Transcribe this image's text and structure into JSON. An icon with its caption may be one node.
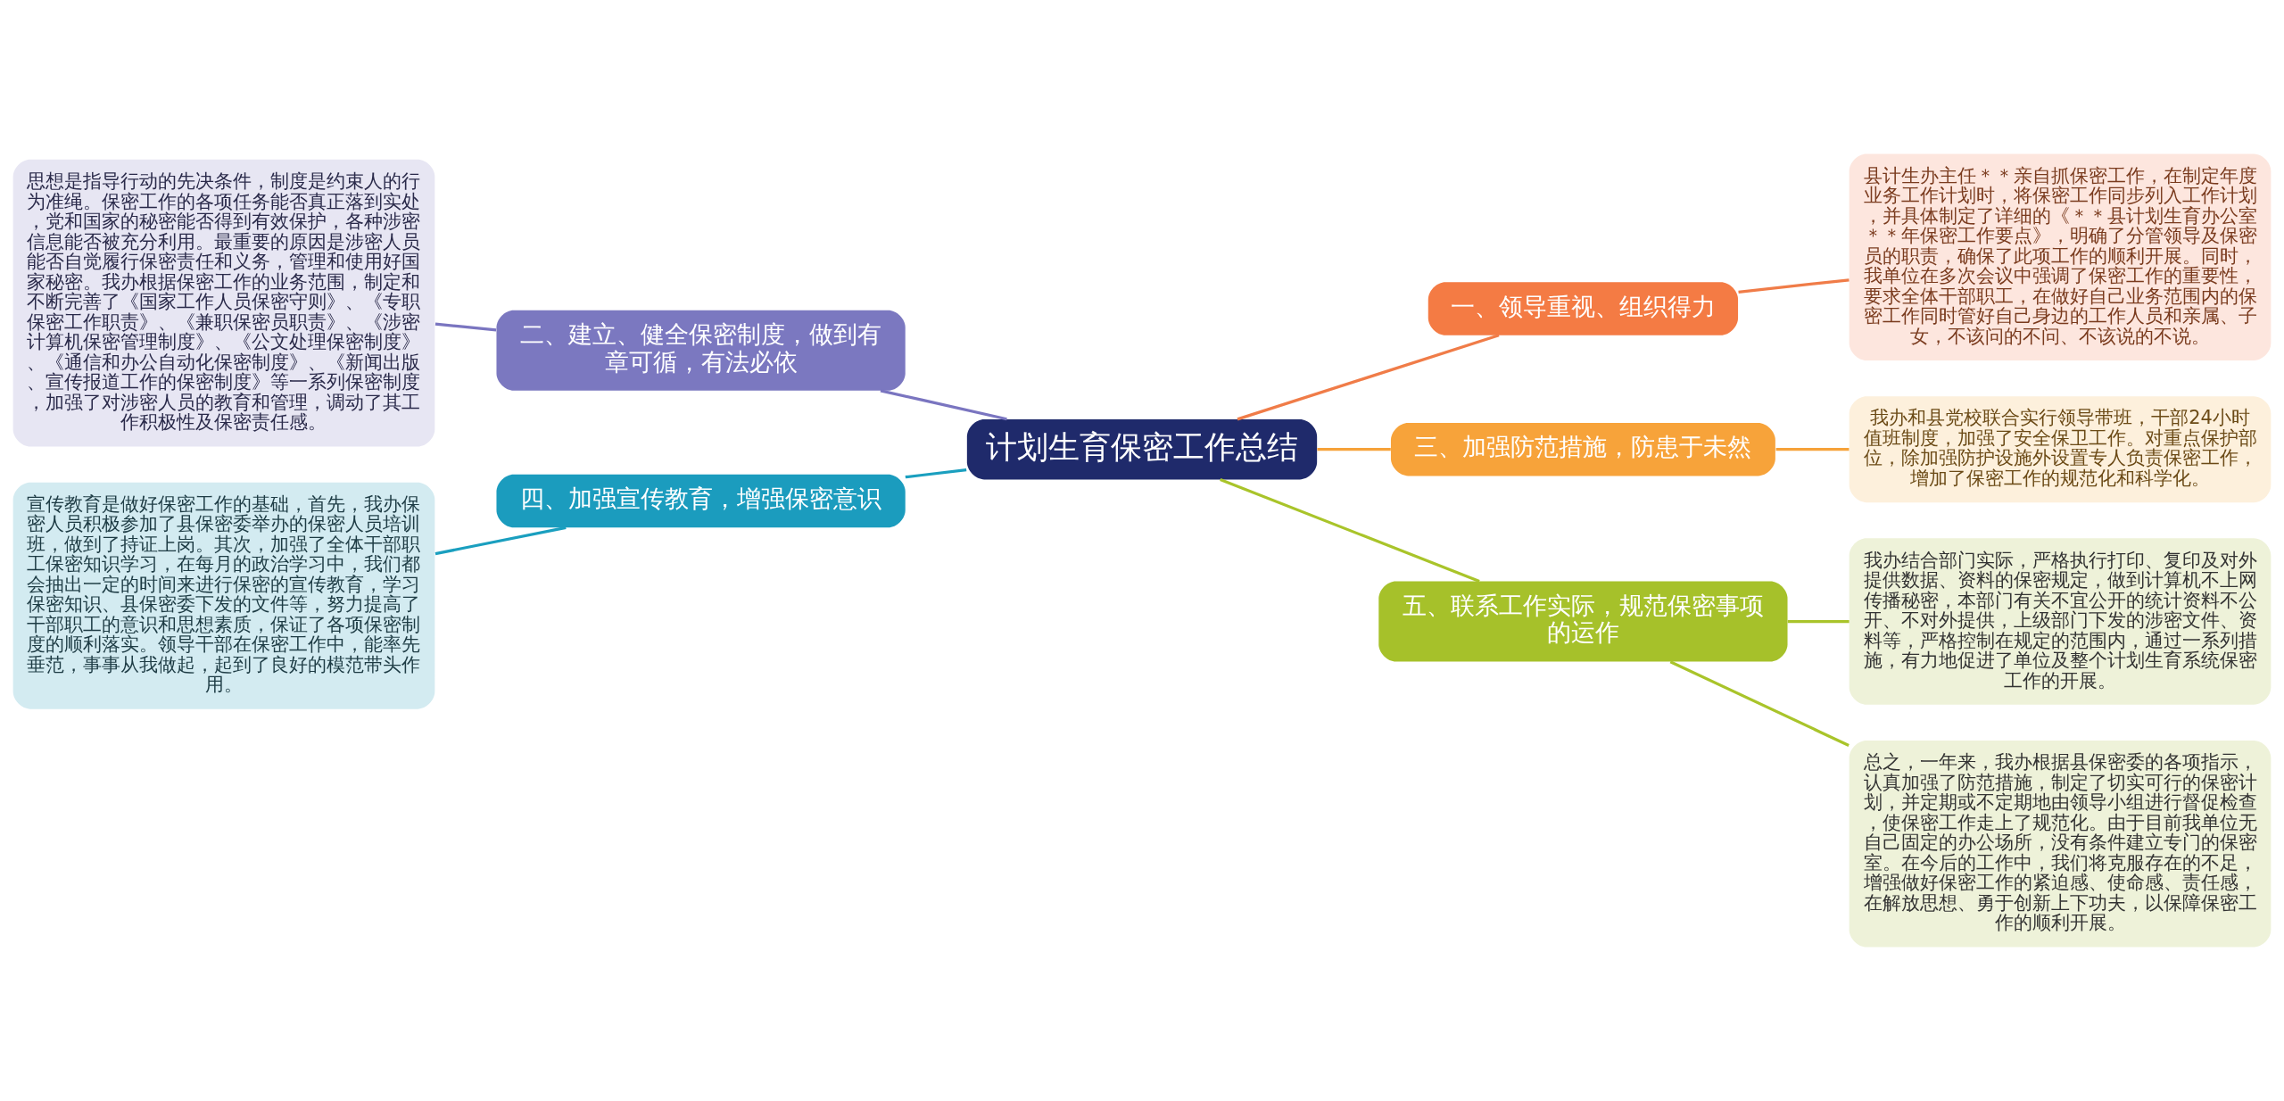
{
  "diagram": {
    "nodes": [
      {
        "text": [
          "计划生育保密工作总结"
        ]
      },
      {
        "text": [
          "一、领导重视、组织得力"
        ]
      },
      {
        "text": [
          "县计生办主任＊＊亲自抓保密工作，在制定年度业务工作计划时，将保密工作同步列入工作计划，并具体制定了详细的《＊＊县计划生育办公室＊＊年保密工作要点》，明确了分管领导及保密员的职责，确保了此项工作的顺利开展。同时，我单位在多次会议中强调了保密工作的重要性，要求全体干部职工，在做好自己业务范围内的保密工作同时管好自己身边的工作人员和亲属、子女，不该问的不问、不该说的不说。"
        ]
      },
      {
        "text": [
          "三、加强防范措施，防患于未然"
        ]
      },
      {
        "text": [
          "我办和县党校联合实行领导带班，干部24小时值班制度，加强了安全保卫工作。对重点保护部位，除加强防护设施外设置专人负责保密工作，增加了保密工作的规范化和科学化。"
        ]
      },
      {
        "text": [
          "五、联系工作实际，规范保密事项的运作"
        ]
      },
      {
        "text": [
          "我办结合部门实际，严格执行打印、复印及对外提供数据、资料的保密规定，做到计算机不上网传播秘密，本部门有关不宜公开的统计资料不公开、不对外提供，上级部门下发的涉密文件、资料等，严格控制在规定的范围内，通过一系列措施，有力地促进了单位及整个计划生育系统保密工作的开展。"
        ]
      },
      {
        "text": [
          "总之，一年来，我办根据县保密委的各项指示，认真加强了防范措施，制定了切实可行的保密计划，并定期或不定期地由领导小组进行督促检查，使保密工作走上了规范化。由于目前我单位无自己固定的办公场所，没有条件建立专门的保密室。在今后的工作中，我们将克服存在的不足，增强做好保密工作的紧迫感、使命感、责任感，在解放思想、勇于创新上下功夫，以保障保密工作的顺利开展。"
        ]
      },
      {
        "text": [
          "二、建立、健全保密制度，做到有章可循，有法必依"
        ]
      },
      {
        "text": [
          "思想是指导行动的先决条件，制度是约束人的行为准绳。保密工作的各项任务能否真正落到实处，党和国家的秘密能否得到有效保护，各种涉密信息能否被充分利用。最重要的原因是涉密人员能否自觉履行保密责任和义务，管理和使用好国家秘密。我办根据保密工作的业务范围，制定和不断完善了《国家工作人员保密守则》、《专职保密工作职责》、《兼职保密员职责》、《涉密计算机保密管理制度》、《公文处理保密制度》、《通信和办公自动化保密制度》、《新闻出版、宣传报道工作的保密制度》等一系列保密制度，加强了对涉密人员的教育和管理，调动了其工作积极性及保密责任感。"
        ]
      },
      {
        "text": [
          "四、加强宣传教育，增强保密意识"
        ]
      },
      {
        "text": [
          "宣传教育是做好保密工作的基础，首先，我办保密人员积极参加了县保密委举办的保密人员培训班，做到了持证上岗。其次，加强了全体干部职工保密知识学习，在每月的政治学习中，我们都会抽出一定的时间来进行保密的宣传教育，学习保密知识、县保密委下发的文件等，努力提高了干部职工的意识和思想素质，保证了各项保密制度的顺利落实。领导干部在保密工作中，能率先垂范，事事从我做起，起到了良好的模范带头作用。"
        ]
      }
    ],
    "edges": [
      {
        "from": 0,
        "to": 1,
        "arrow": "none",
        "color": "#f07c48"
      },
      {
        "from": 1,
        "to": 2,
        "arrow": "none",
        "color": "#f07c48"
      },
      {
        "from": 0,
        "to": 3,
        "arrow": "none",
        "color": "#f6a23a"
      },
      {
        "from": 3,
        "to": 4,
        "arrow": "none",
        "color": "#f6a23a"
      },
      {
        "from": 0,
        "to": 5,
        "arrow": "none",
        "color": "#a9c42a"
      },
      {
        "from": 5,
        "to": 6,
        "arrow": "none",
        "color": "#a9c42a"
      },
      {
        "from": 5,
        "to": 7,
        "arrow": "none",
        "color": "#a9c42a"
      },
      {
        "from": 9,
        "to": 8,
        "arrow": "none",
        "color": "#7a75c0"
      },
      {
        "from": 8,
        "to": 0,
        "arrow": "none",
        "color": "#7a75c0"
      },
      {
        "from": 11,
        "to": 10,
        "arrow": "none",
        "color": "#1a9fbf"
      },
      {
        "from": 10,
        "to": 0,
        "arrow": "none",
        "color": "#1a9fbf"
      }
    ]
  }
}
